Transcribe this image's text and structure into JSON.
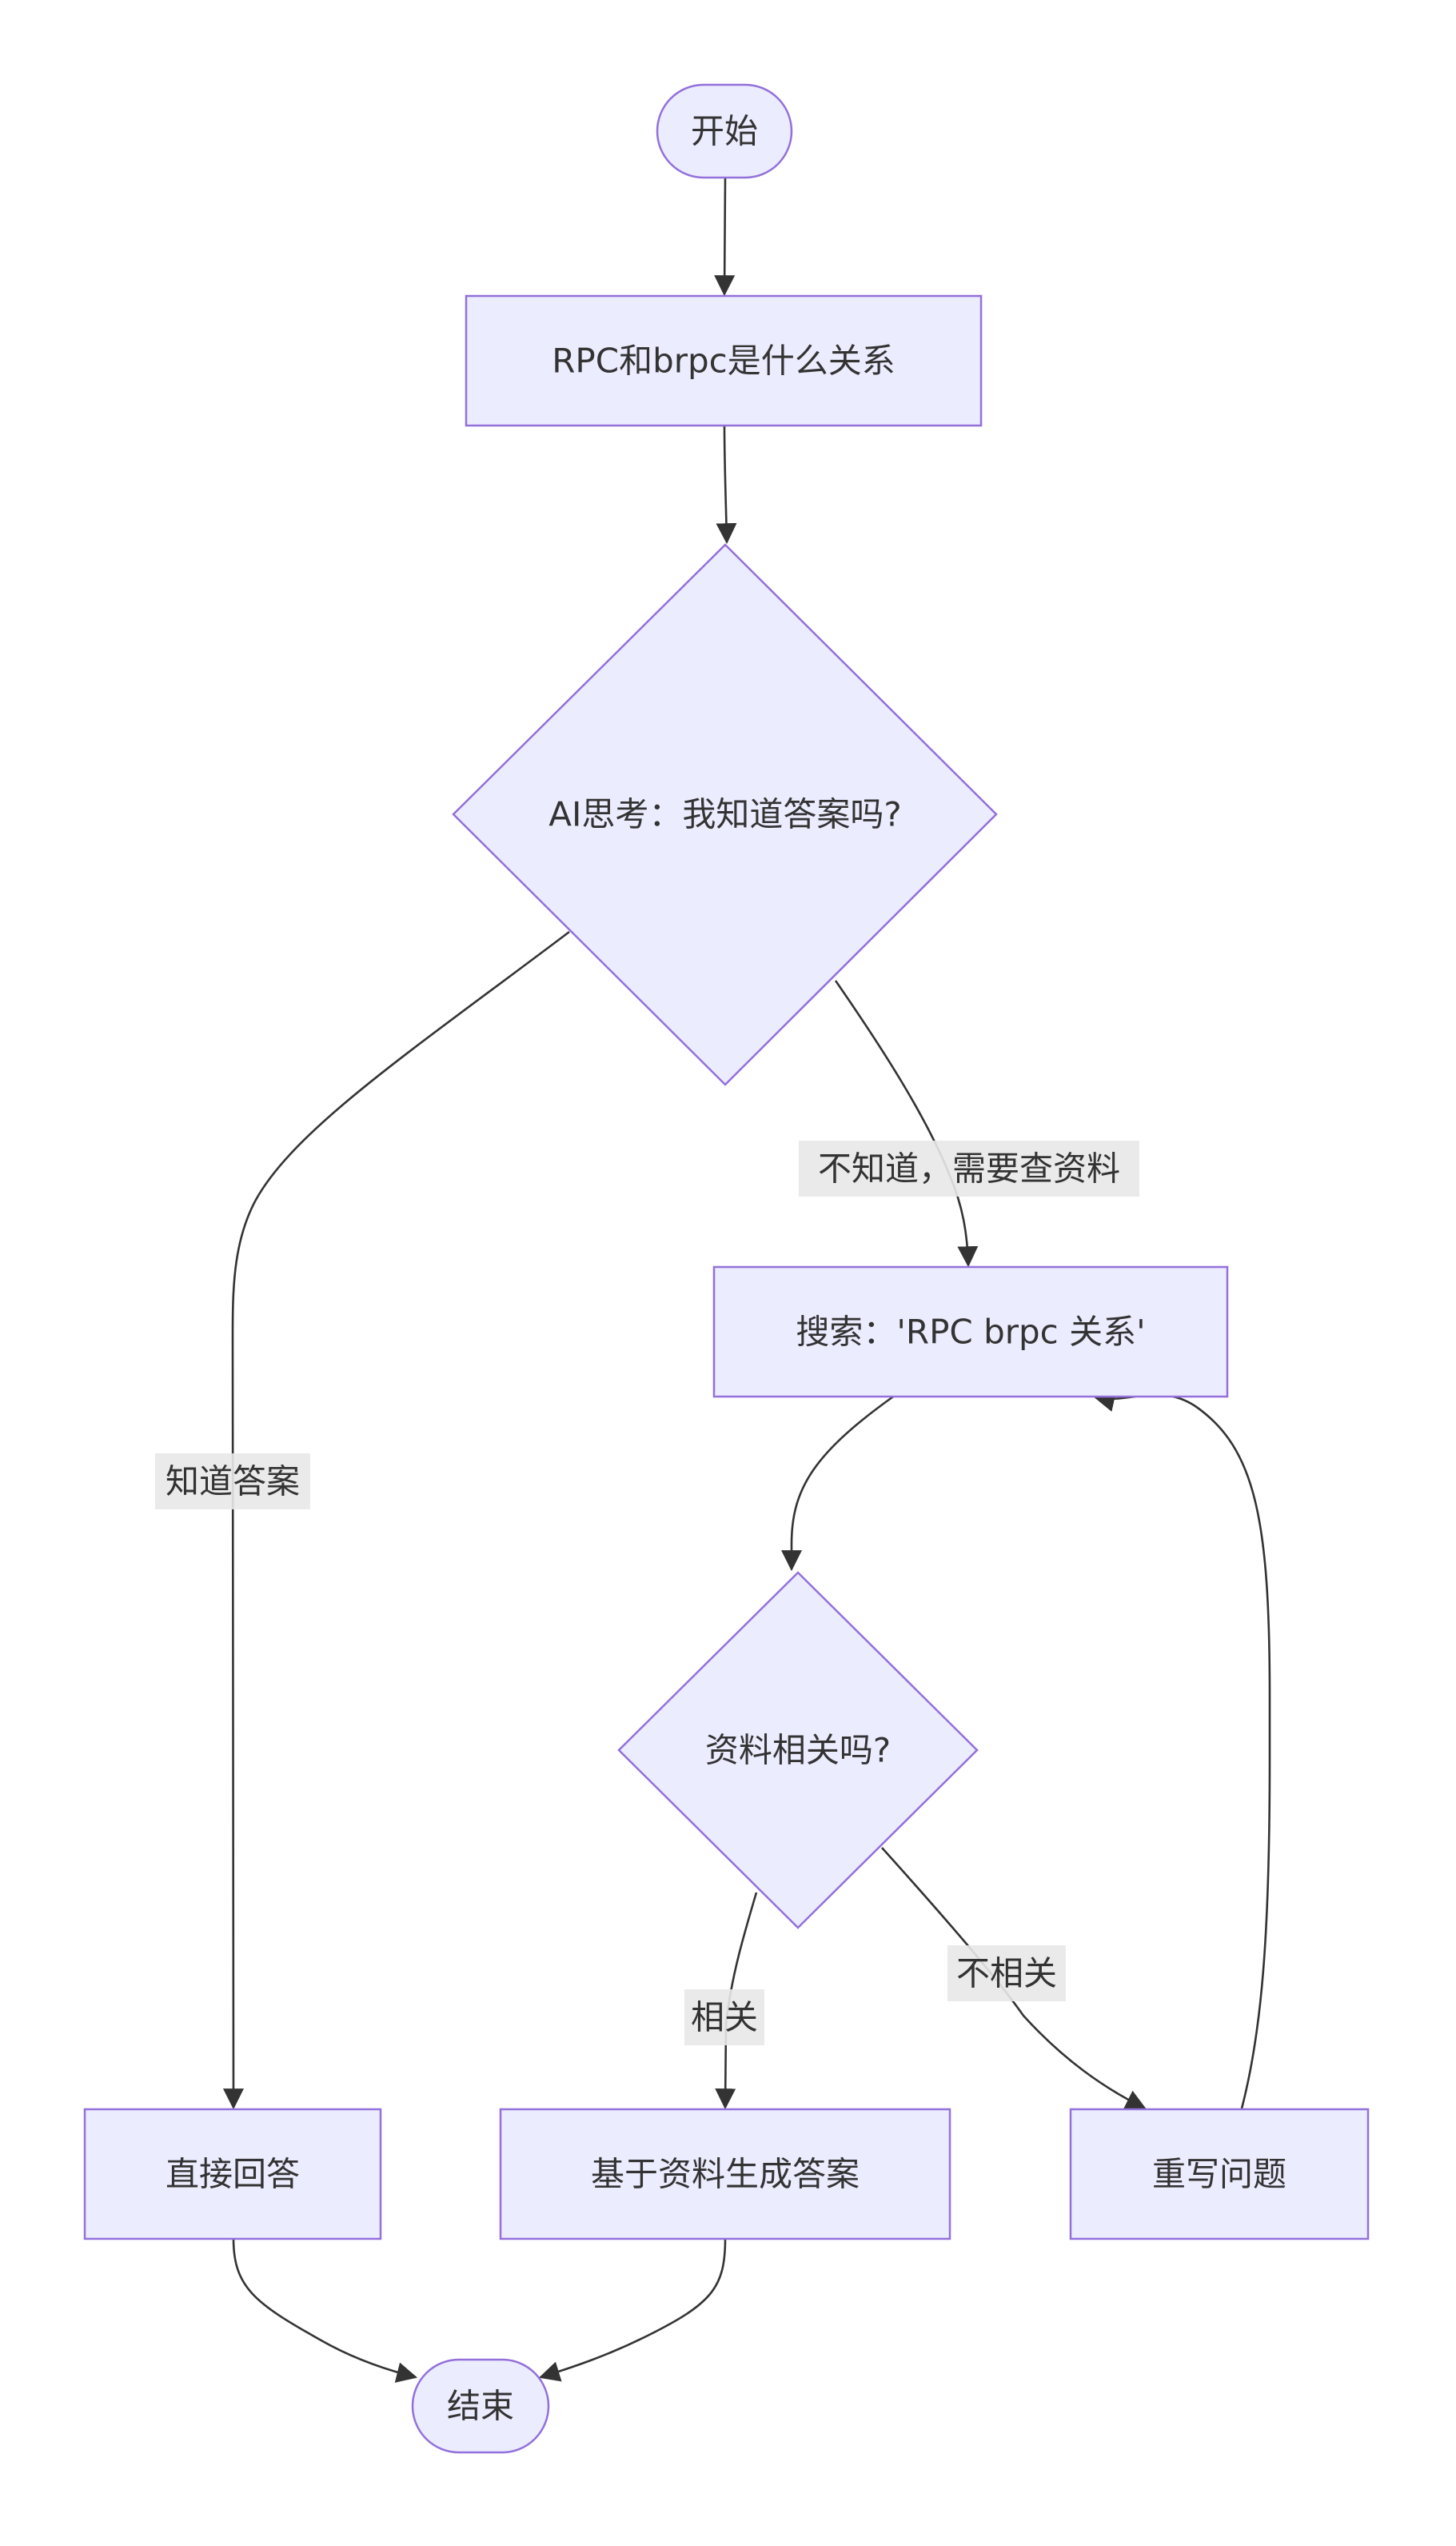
{
  "nodes": {
    "start": "开始",
    "question": "RPC和brpc是什么关系",
    "think": "AI思考：我知道答案吗?",
    "search": "搜索：'RPC brpc 关系'",
    "relevant": "资料相关吗?",
    "direct_answer": "直接回答",
    "generate_answer": "基于资料生成答案",
    "rewrite": "重写问题",
    "end": "结束"
  },
  "edges": {
    "know_answer": "知道答案",
    "dont_know": "不知道，需要查资料",
    "relevant": "相关",
    "not_relevant": "不相关"
  },
  "colors": {
    "node_fill": "#ECECFF",
    "node_stroke": "#9370DB",
    "edge": "#333333",
    "label_bg": "#E8E8E8"
  }
}
